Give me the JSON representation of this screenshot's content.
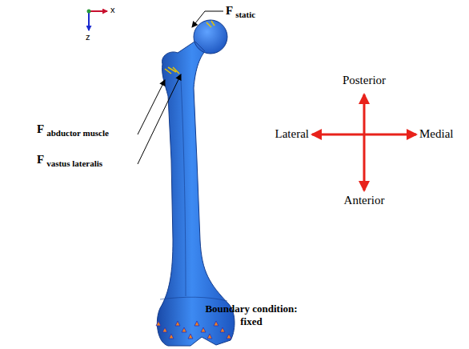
{
  "diagram": {
    "labels": [
      "x",
      "z",
      "F",
      "static",
      "F",
      "abductor muscle",
      "F",
      "vastus lateralis",
      "Posterior",
      "Lateral",
      "Medial",
      "Anterior",
      "Boundary condition: fixed"
    ]
  }
}
